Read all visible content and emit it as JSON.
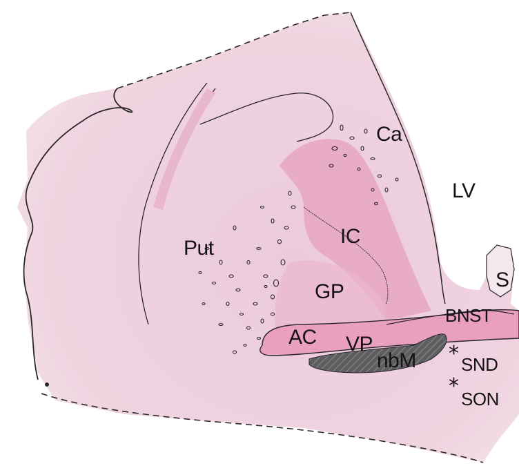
{
  "labels": {
    "ca": "Ca",
    "lv": "LV",
    "put": "Put",
    "ic": "IC",
    "s": "S",
    "gp": "GP",
    "bnst": "BNST",
    "ac": "AC",
    "vp": "VP",
    "nbm": "nbM",
    "snd": "SND",
    "son": "SON"
  },
  "markers": {
    "asterisk": "*"
  },
  "colors": {
    "tissue_base": "#efd3df",
    "tissue_light": "#f3e3ea",
    "tissue_edge": "#f7eef3",
    "structure_pink": "#e7a7c4",
    "ac_fill": "#e9a0bf",
    "nbm_fill": "#5b5a5c",
    "outline": "#1f1b1f"
  }
}
